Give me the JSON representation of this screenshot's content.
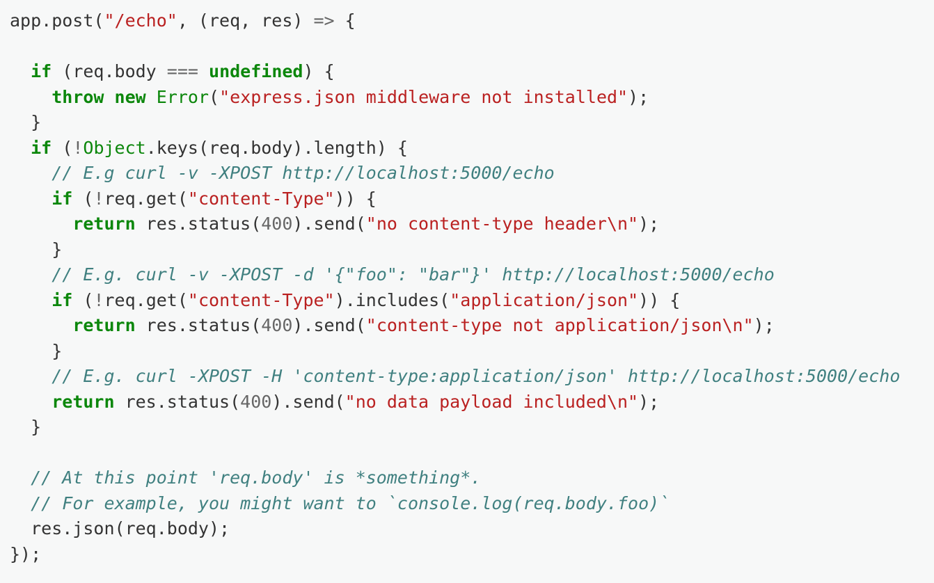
{
  "page": {
    "background_color": "#f7f8f8"
  },
  "code_block": {
    "language": "javascript",
    "colors": {
      "bg": "#f7f8f8",
      "plain": "#333333",
      "keyword": "#0c870c",
      "builtin": "#0c870c",
      "string": "#ba2121",
      "comment": "#408080",
      "operator": "#666666",
      "number": "#666666"
    },
    "lines": [
      [
        [
          "p",
          "app.post("
        ],
        [
          "s",
          "\"/echo\""
        ],
        [
          "p",
          ", (req, res) "
        ],
        [
          "o",
          "=>"
        ],
        [
          "p",
          " {"
        ]
      ],
      [],
      [
        [
          "p",
          "  "
        ],
        [
          "k",
          "if"
        ],
        [
          "p",
          " (req.body "
        ],
        [
          "o",
          "==="
        ],
        [
          "p",
          " "
        ],
        [
          "k",
          "undefined"
        ],
        [
          "p",
          ") {"
        ]
      ],
      [
        [
          "p",
          "    "
        ],
        [
          "k",
          "throw"
        ],
        [
          "p",
          " "
        ],
        [
          "k",
          "new"
        ],
        [
          "p",
          " "
        ],
        [
          "n",
          "Error"
        ],
        [
          "p",
          "("
        ],
        [
          "s",
          "\"express.json middleware not installed\""
        ],
        [
          "p",
          ");"
        ]
      ],
      [
        [
          "p",
          "  }"
        ]
      ],
      [
        [
          "p",
          "  "
        ],
        [
          "k",
          "if"
        ],
        [
          "p",
          " ("
        ],
        [
          "o",
          "!"
        ],
        [
          "n",
          "Object"
        ],
        [
          "p",
          ".keys(req.body).length) {"
        ]
      ],
      [
        [
          "p",
          "    "
        ],
        [
          "c",
          "// E.g curl -v -XPOST http://localhost:5000/echo"
        ]
      ],
      [
        [
          "p",
          "    "
        ],
        [
          "k",
          "if"
        ],
        [
          "p",
          " ("
        ],
        [
          "o",
          "!"
        ],
        [
          "p",
          "req.get("
        ],
        [
          "s",
          "\"content-Type\""
        ],
        [
          "p",
          ")) {"
        ]
      ],
      [
        [
          "p",
          "      "
        ],
        [
          "k",
          "return"
        ],
        [
          "p",
          " res.status("
        ],
        [
          "m",
          "400"
        ],
        [
          "p",
          ").send("
        ],
        [
          "s",
          "\"no content-type header\\n\""
        ],
        [
          "p",
          ");"
        ]
      ],
      [
        [
          "p",
          "    }"
        ]
      ],
      [
        [
          "p",
          "    "
        ],
        [
          "c",
          "// E.g. curl -v -XPOST -d '{\"foo\": \"bar\"}' http://localhost:5000/echo"
        ]
      ],
      [
        [
          "p",
          "    "
        ],
        [
          "k",
          "if"
        ],
        [
          "p",
          " ("
        ],
        [
          "o",
          "!"
        ],
        [
          "p",
          "req.get("
        ],
        [
          "s",
          "\"content-Type\""
        ],
        [
          "p",
          ").includes("
        ],
        [
          "s",
          "\"application/json\""
        ],
        [
          "p",
          ")) {"
        ]
      ],
      [
        [
          "p",
          "      "
        ],
        [
          "k",
          "return"
        ],
        [
          "p",
          " res.status("
        ],
        [
          "m",
          "400"
        ],
        [
          "p",
          ").send("
        ],
        [
          "s",
          "\"content-type not application/json\\n\""
        ],
        [
          "p",
          ");"
        ]
      ],
      [
        [
          "p",
          "    }"
        ]
      ],
      [
        [
          "p",
          "    "
        ],
        [
          "c",
          "// E.g. curl -XPOST -H 'content-type:application/json' http://localhost:5000/echo"
        ]
      ],
      [
        [
          "p",
          "    "
        ],
        [
          "k",
          "return"
        ],
        [
          "p",
          " res.status("
        ],
        [
          "m",
          "400"
        ],
        [
          "p",
          ").send("
        ],
        [
          "s",
          "\"no data payload included\\n\""
        ],
        [
          "p",
          ");"
        ]
      ],
      [
        [
          "p",
          "  }"
        ]
      ],
      [],
      [
        [
          "p",
          "  "
        ],
        [
          "c",
          "// At this point 'req.body' is *something*."
        ]
      ],
      [
        [
          "p",
          "  "
        ],
        [
          "c",
          "// For example, you might want to `console.log(req.body.foo)`"
        ]
      ],
      [
        [
          "p",
          "  res.json(req.body);"
        ]
      ],
      [
        [
          "p",
          "});"
        ]
      ]
    ]
  }
}
